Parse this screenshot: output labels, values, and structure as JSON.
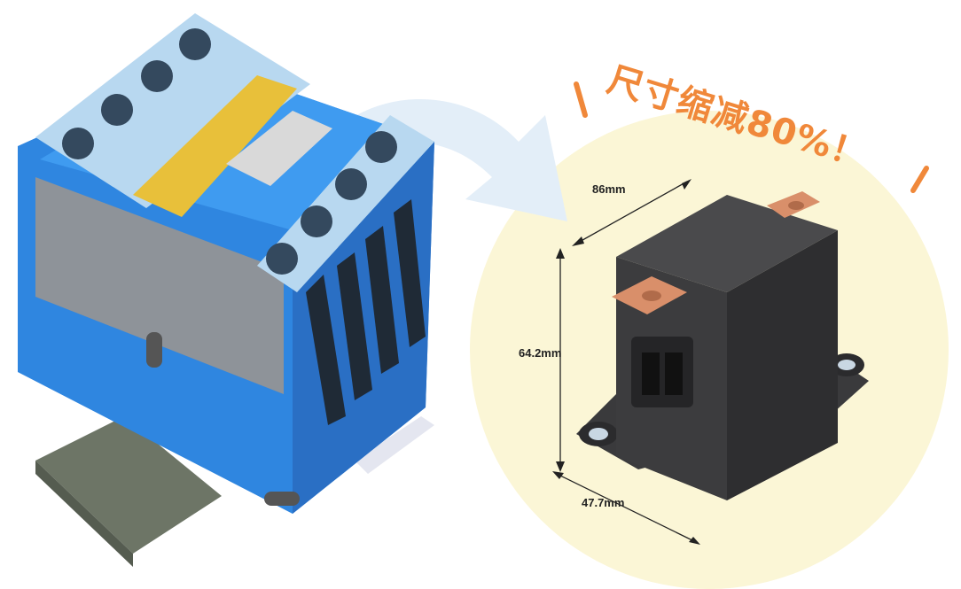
{
  "headline": "尺寸缩减80%！",
  "dimensions": {
    "width": "86mm",
    "height": "64.2mm",
    "depth": "47.7mm"
  },
  "colors": {
    "accent": "#f0883a",
    "circle_bg": "#fbf6d6",
    "arrow": "#e3eef8",
    "contactor_blue": "#2f86e0",
    "relay_body": "#3c3c3e",
    "copper": "#d98f6a"
  },
  "icons": [
    "curved-arrow-icon",
    "dimension-arrow-icon"
  ]
}
